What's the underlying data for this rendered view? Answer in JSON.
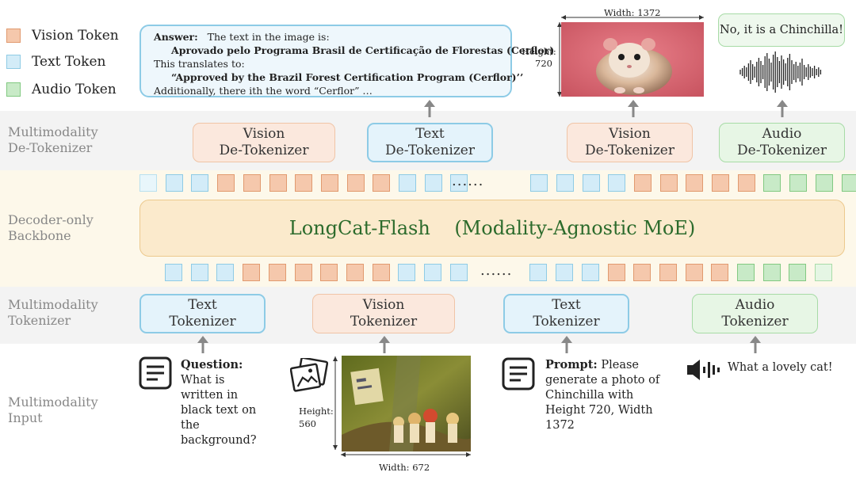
{
  "legend": [
    {
      "label": "Vision Token",
      "kind": "v"
    },
    {
      "label": "Text Token",
      "kind": "t"
    },
    {
      "label": "Audio Token",
      "kind": "a"
    }
  ],
  "layers": {
    "detokenizer": "Multimodality\nDe-Tokenizer",
    "backbone": "Decoder-only\nBackbone",
    "tokenizer": "Multimodality\nTokenizer",
    "input": "Multimodality\nInput"
  },
  "detokenizers": [
    {
      "kind": "v",
      "line1": "Vision",
      "line2": "De-Tokenizer"
    },
    {
      "kind": "t",
      "line1": "Text",
      "line2": "De-Tokenizer"
    },
    {
      "kind": "v",
      "line1": "Vision",
      "line2": "De-Tokenizer"
    },
    {
      "kind": "a",
      "line1": "Audio",
      "line2": "De-Tokenizer"
    }
  ],
  "tokenizers": [
    {
      "kind": "t",
      "line1": "Text",
      "line2": "Tokenizer"
    },
    {
      "kind": "v",
      "line1": "Vision",
      "line2": "Tokenizer"
    },
    {
      "kind": "t",
      "line1": "Text",
      "line2": "Tokenizer"
    },
    {
      "kind": "a",
      "line1": "Audio",
      "line2": "Tokenizer"
    }
  ],
  "backbone": {
    "name": "LongCat-Flash",
    "detail": "(Modality-Agnostic MoE)"
  },
  "ellipsis": "......",
  "answer": {
    "label": "Answer:",
    "intro": "The text in the image is:",
    "original": "Aprovado pelo Programa Brasil de Certificação de Florestas (Cerflor)",
    "translates": "This translates to:",
    "translation": "“Approved by the Brazil Forest Certification Program (Cerflor)’’",
    "additional": "Additionally, there ith the word “Cerflor” …"
  },
  "output_image": {
    "width_label": "Width: 1372",
    "height_label": "Height:",
    "height_value": "720"
  },
  "audio_reply": "No, it is a Chinchilla!",
  "inputs": {
    "question_label": "Question:",
    "question_text": "What is written in black text on the background?",
    "image_width_label": "Width: 672",
    "image_height_label": "Height:",
    "image_height_value": "560",
    "prompt_label": "Prompt:",
    "prompt_text": "Please generate a photo of Chinchilla with Height 720, Width 1372",
    "audio_text": "What a lovely cat!"
  },
  "colors": {
    "vision": "#f5c8ac",
    "vision_border": "#e19a6f",
    "text": "#d3ecf8",
    "text_border": "#8fcbe5",
    "audio": "#c8eac7",
    "audio_border": "#82c981",
    "backbone_text": "#2c6b2c"
  }
}
